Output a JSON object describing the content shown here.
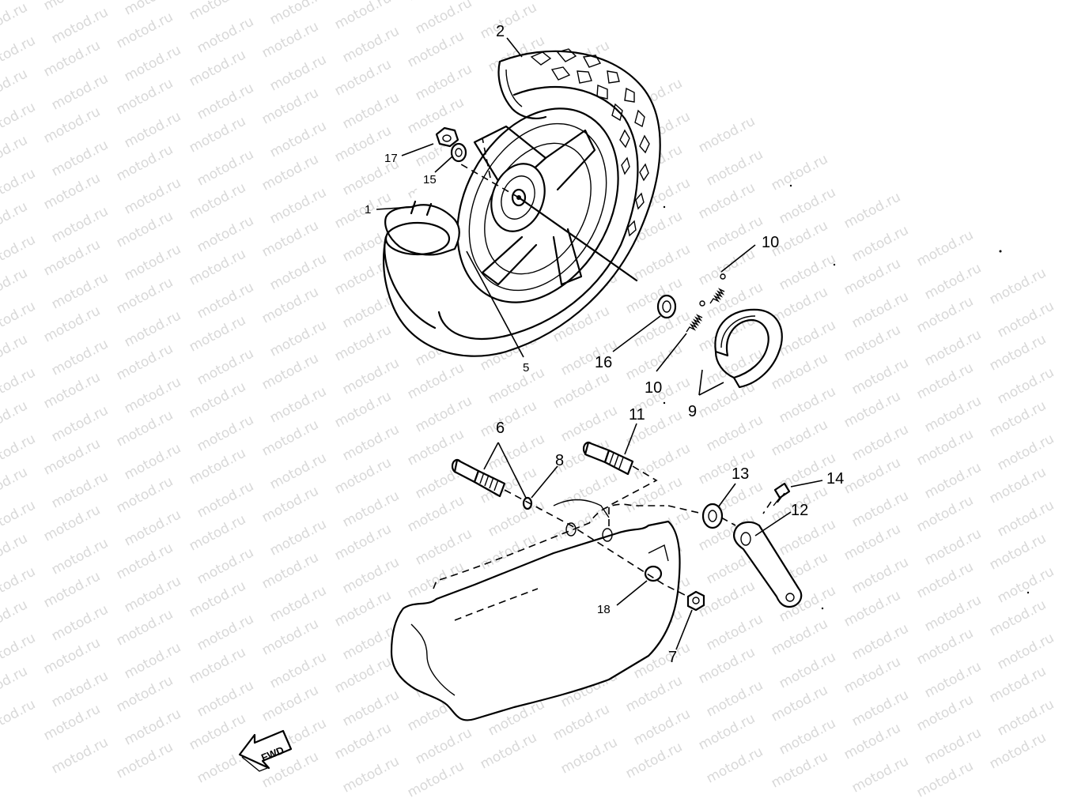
{
  "watermark": "motod.ru",
  "callouts": {
    "c1": "1",
    "c2": "2",
    "c5": "5",
    "c6": "6",
    "c7": "7",
    "c8": "8",
    "c9": "9",
    "c10a": "10",
    "c10b": "10",
    "c11": "11",
    "c12": "12",
    "c13": "13",
    "c14": "14",
    "c15": "15",
    "c16": "16",
    "c17": "17",
    "c18": "18"
  },
  "fwd_label": "FWD"
}
